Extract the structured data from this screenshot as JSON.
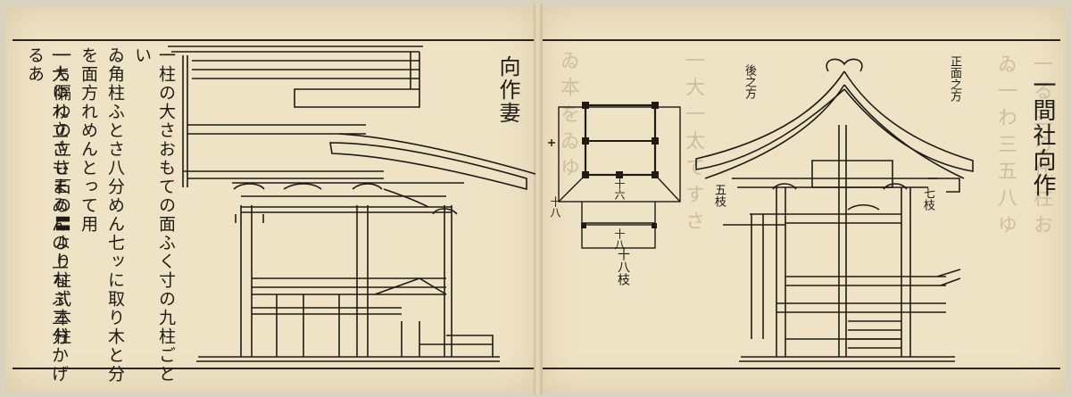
{
  "left_page": {
    "text_columns": [
      "一柱の大さおもての面ふく寸の九柱ごとい",
      "ゐ角柱ふとさ八分めん七ッに取り木と分",
      "を面方れめんとって用",
      "一ち隔ゆの立さ石の〓より柱式本柱",
      "一大ゆれ立さもまゐんの上なふ三分かげるあ"
    ],
    "diagram_title": "向作妻"
  },
  "right_page": {
    "title": "一間社向作",
    "label_front": "正面之方",
    "label_back": "後之方",
    "label_seven": "七枝",
    "label_five": "五枝",
    "label_eighteen": "十八枝",
    "plan_marks": [
      "十八",
      "十六",
      "十八"
    ]
  },
  "colors": {
    "paper": "#efe3c5",
    "ink": "#1f1a16",
    "ghost_ink": "#cdbf9e"
  }
}
